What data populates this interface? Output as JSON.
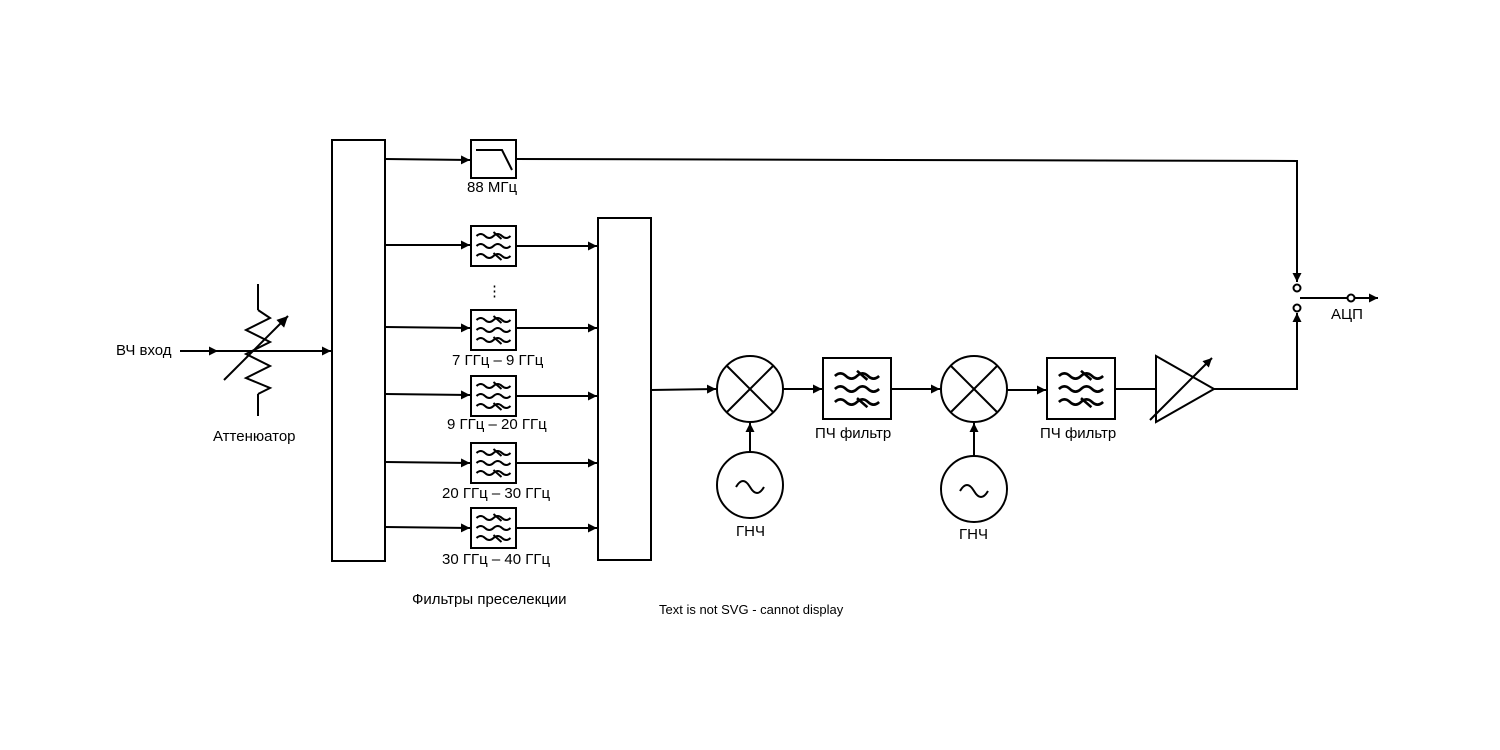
{
  "labels": {
    "rf_input": "ВЧ вход",
    "attenuator": "Аттенюатор",
    "lpf_88": "88 МГц",
    "dots": "⋮",
    "band_7_9": "7 ГГц – 9 ГГц",
    "band_9_20": "9 ГГц – 20 ГГц",
    "band_20_30": "20 ГГц – 30 ГГц",
    "band_30_40": "30 ГГц – 40 ГГц",
    "preselection": "Фильтры преселекции",
    "lo1": "ГНЧ",
    "lo2": "ГНЧ",
    "if_filter1": "ПЧ фильтр",
    "if_filter2": "ПЧ фильтр",
    "adc": "АЦП",
    "svg_notice": "Text is not SVG - cannot display"
  },
  "icons": {
    "attenuator": "variable-resistor-icon",
    "lowpass": "lowpass-filter-icon",
    "bandpass": "bandpass-filter-icon",
    "mixer": "mixer-icon",
    "oscillator": "oscillator-icon",
    "amplifier": "variable-amplifier-icon",
    "switch": "switch-icon"
  }
}
